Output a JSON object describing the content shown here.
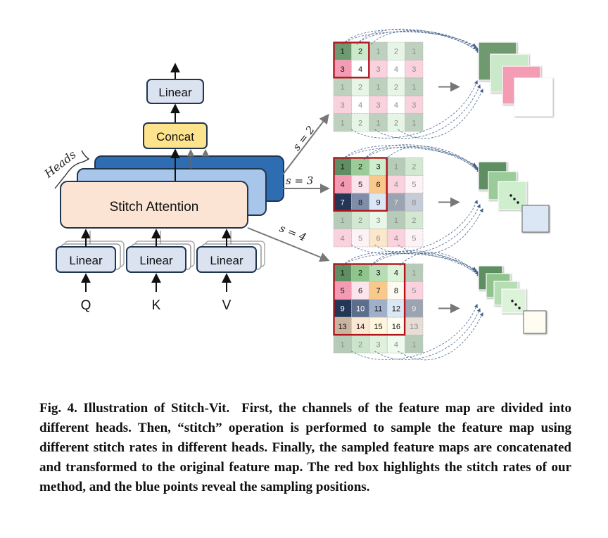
{
  "diagram": {
    "output_box": "Linear",
    "concat_box": "Concat",
    "attention_box": "Stitch Attention",
    "heads_label": "Heads",
    "input_linear_boxes": [
      "Linear",
      "Linear",
      "Linear"
    ],
    "inputs": [
      "Q",
      "K",
      "V"
    ],
    "stitch_branches": [
      {
        "label": "s = 2",
        "rate": 2,
        "grid": [
          [
            "1",
            "2",
            "1",
            "2",
            "1"
          ],
          [
            "3",
            "4",
            "3",
            "4",
            "3"
          ],
          [
            "1",
            "2",
            "1",
            "2",
            "1"
          ],
          [
            "3",
            "4",
            "3",
            "4",
            "3"
          ],
          [
            "1",
            "2",
            "1",
            "2",
            "1"
          ]
        ],
        "cell_colors": {
          "1": "#6f9a70",
          "2": "#c9e9c8",
          "3": "#f39cb4",
          "4": "#ffffff"
        },
        "output_map_count": 4
      },
      {
        "label": "s = 3",
        "rate": 3,
        "grid": [
          [
            "1",
            "2",
            "3",
            "1",
            "2"
          ],
          [
            "4",
            "5",
            "6",
            "4",
            "5"
          ],
          [
            "7",
            "8",
            "9",
            "7",
            "8"
          ],
          [
            "1",
            "2",
            "3",
            "1",
            "2"
          ],
          [
            "4",
            "5",
            "6",
            "4",
            "5"
          ]
        ],
        "cell_colors": {
          "1": "#5f8e62",
          "2": "#9bcb98",
          "3": "#cfeecd",
          "4": "#f49bb3",
          "5": "#fbe4ec",
          "6": "#f8c98a",
          "7": "#233655",
          "8": "#7f8ea8",
          "9": "#dbe7f4"
        },
        "output_map_count": 9
      },
      {
        "label": "s = 4",
        "rate": 4,
        "grid": [
          [
            "1",
            "2",
            "3",
            "4",
            "1"
          ],
          [
            "5",
            "6",
            "7",
            "8",
            "5"
          ],
          [
            "9",
            "10",
            "11",
            "12",
            "9"
          ],
          [
            "13",
            "14",
            "15",
            "16",
            "13"
          ],
          [
            "1",
            "2",
            "3",
            "4",
            "1"
          ]
        ],
        "cell_colors": {
          "1": "#5f8e62",
          "2": "#8fc48c",
          "3": "#b7ddb4",
          "4": "#dcf3da",
          "5": "#f49bb3",
          "6": "#fbe4ec",
          "7": "#f8c98a",
          "8": "#fffaf0",
          "9": "#233655",
          "10": "#5c6e8c",
          "11": "#9fb0c8",
          "12": "#dbe7f4",
          "13": "#c9b49f",
          "14": "#fbe8d4",
          "15": "#fff6dc",
          "16": "#fffdf2"
        },
        "output_map_count": 16
      }
    ]
  },
  "caption": {
    "figure_label": "Fig. 4. Illustration of Stitch-Vit.",
    "text": "First, the channels of the feature map are divided into different heads. Then, “stitch” operation is performed to sample the feature map using different stitch rates in different heads. Finally, the sampled feature maps are concatenated and transformed to the original feature map. The red box highlights the stitch rates of our method, and the blue points reveal the sampling positions."
  }
}
